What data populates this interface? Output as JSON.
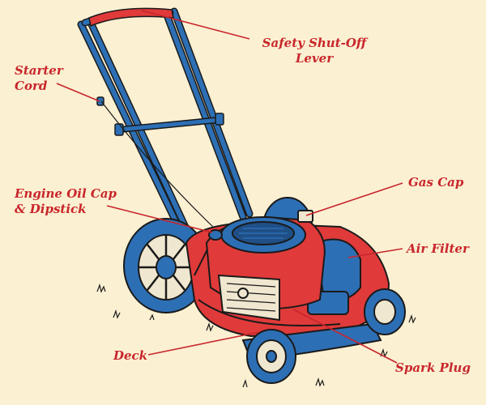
{
  "labels": {
    "safety_lever": [
      "Safety Shut-Off",
      "Lever"
    ],
    "starter_cord": [
      "Starter",
      "Cord"
    ],
    "gas_cap": [
      "Gas Cap"
    ],
    "engine_oil_cap": [
      "Engine Oil Cap",
      "& Dipstick"
    ],
    "air_filter": [
      "Air Filter"
    ],
    "deck": [
      "Deck"
    ],
    "spark_plug": [
      "Spark Plug"
    ]
  },
  "colors": {
    "background": "#fbf0d2",
    "label_red": "#c8262b",
    "mower_red": "#e03a3a",
    "mower_blue": "#2d6fb5",
    "outline": "#1a1a1a",
    "engine_grey": "#efe7cf"
  }
}
